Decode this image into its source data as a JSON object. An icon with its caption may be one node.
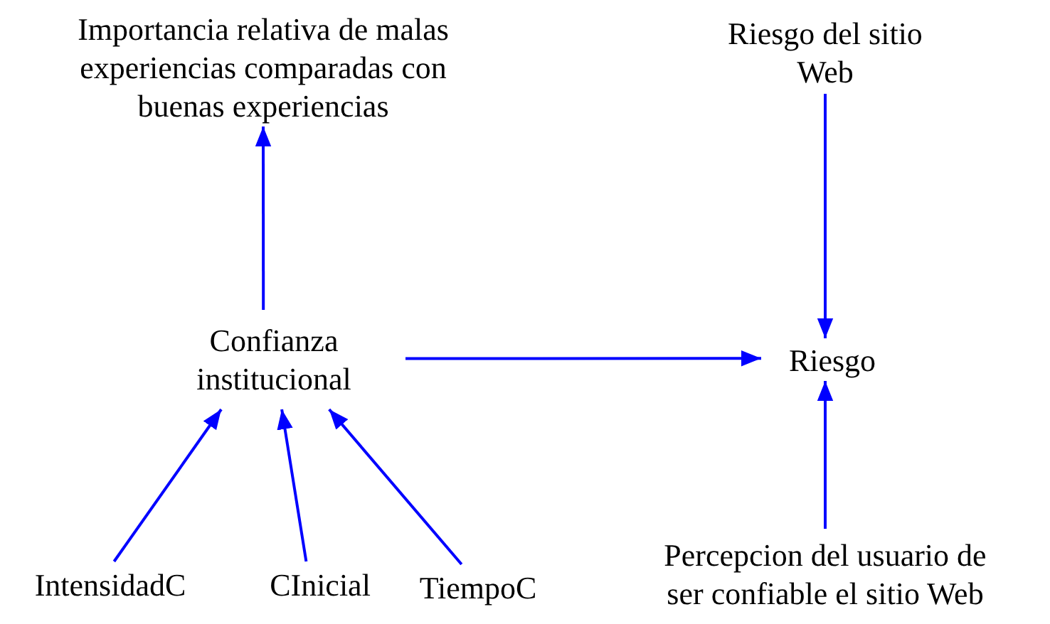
{
  "diagram": {
    "nodes": [
      {
        "text": [
          "Importancia relativa de malas experiencias comparadas con buenas experiencias"
        ]
      },
      {
        "text": [
          "Riesgo del sitio Web"
        ]
      },
      {
        "text": [
          "Confianza institucional"
        ]
      },
      {
        "text": [
          "Riesgo"
        ]
      },
      {
        "text": [
          "IntensidadC"
        ]
      },
      {
        "text": [
          "CInicial"
        ]
      },
      {
        "text": [
          "TiempoC"
        ]
      },
      {
        "text": [
          "Percepcion del usuario de ser confiable el sitio Web"
        ]
      }
    ],
    "edges": [
      {
        "from": 2,
        "to": 0,
        "arrow": "to"
      },
      {
        "from": 1,
        "to": 3,
        "arrow": "to"
      },
      {
        "from": 2,
        "to": 3,
        "arrow": "to"
      },
      {
        "from": 7,
        "to": 3,
        "arrow": "to"
      },
      {
        "from": 4,
        "to": 2,
        "arrow": "to"
      },
      {
        "from": 5,
        "to": 2,
        "arrow": "to"
      },
      {
        "from": 6,
        "to": 2,
        "arrow": "to"
      }
    ]
  }
}
